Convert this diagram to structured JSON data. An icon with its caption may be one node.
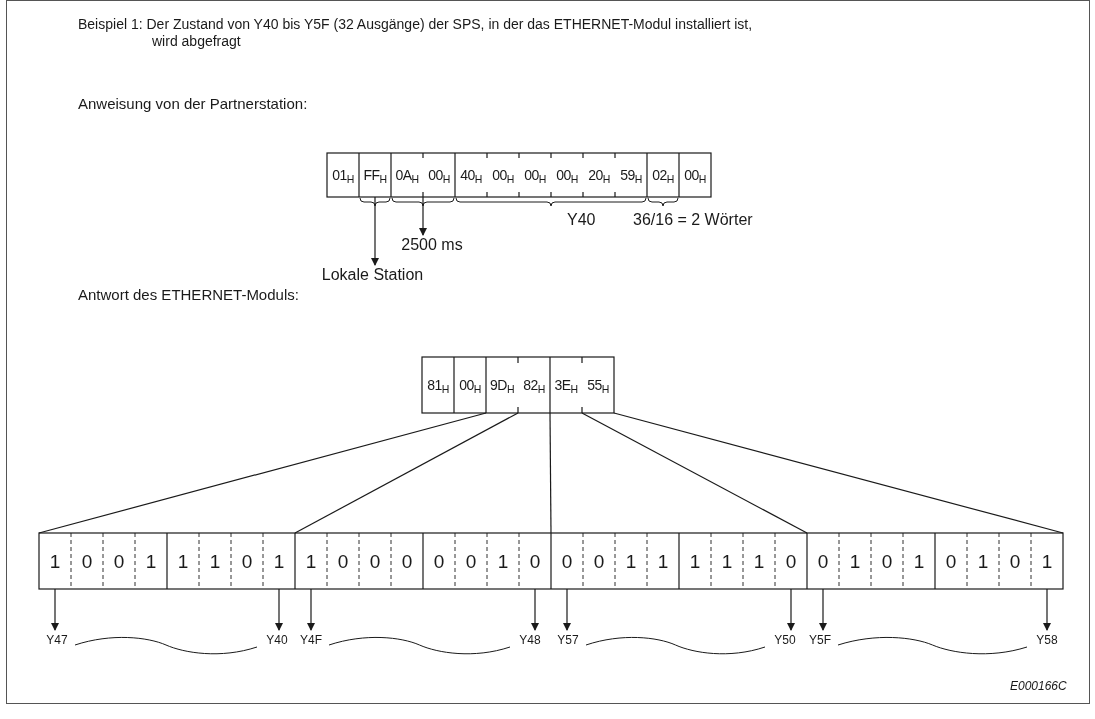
{
  "diagram": {
    "title": "Beispiel 1: Der Zustand von Y40 bis Y5F (32 Ausgänge) der SPS, in der das ETHERNET-Modul installiert ist, wird abgefragt",
    "nodes": [
      {
        "text": [
          "01$_{H}$"
        ]
      },
      {
        "text": [
          "FF$_{H}$"
        ]
      },
      {
        "text": [
          "0A$_{H}$"
        ]
      },
      {
        "text": [
          "00$_{H}$"
        ]
      },
      {
        "text": [
          "40$_{H}$"
        ]
      },
      {
        "text": [
          "00$_{H}$"
        ]
      },
      {
        "text": [
          "00$_{H}$"
        ]
      },
      {
        "text": [
          "00$_{H}$"
        ]
      },
      {
        "text": [
          "20$_{H}$"
        ]
      },
      {
        "text": [
          "59$_{H}$"
        ]
      },
      {
        "text": [
          "02$_{H}$"
        ]
      },
      {
        "text": [
          "00$_{H}$"
        ]
      },
      {
        "text": [
          "2500 ms"
        ]
      },
      {
        "text": [
          "Lokale Station"
        ]
      },
      {
        "text": [
          "81$_{H}$"
        ]
      },
      {
        "text": [
          "00$_{H}$"
        ]
      },
      {
        "text": [
          "9D$_{H}$"
        ]
      },
      {
        "text": [
          "82$_{H}$"
        ]
      },
      {
        "text": [
          "3E$_{H}$"
        ]
      },
      {
        "text": [
          "55$_{H}$"
        ]
      },
      {
        "text": [
          "1"
        ]
      },
      {
        "text": [
          "0"
        ]
      },
      {
        "text": [
          "0"
        ]
      },
      {
        "text": [
          "1"
        ]
      },
      {
        "text": [
          "1"
        ]
      },
      {
        "text": [
          "1"
        ]
      },
      {
        "text": [
          "0"
        ]
      },
      {
        "text": [
          "1"
        ]
      },
      {
        "text": [
          "1"
        ]
      },
      {
        "text": [
          "0"
        ]
      },
      {
        "text": [
          "0"
        ]
      },
      {
        "text": [
          "0"
        ]
      },
      {
        "text": [
          "0"
        ]
      },
      {
        "text": [
          "0"
        ]
      },
      {
        "text": [
          "1"
        ]
      },
      {
        "text": [
          "0"
        ]
      },
      {
        "text": [
          "0"
        ]
      },
      {
        "text": [
          "0"
        ]
      },
      {
        "text": [
          "1"
        ]
      },
      {
        "text": [
          "1"
        ]
      },
      {
        "text": [
          "1"
        ]
      },
      {
        "text": [
          "1"
        ]
      },
      {
        "text": [
          "1"
        ]
      },
      {
        "text": [
          "0"
        ]
      },
      {
        "text": [
          "0"
        ]
      },
      {
        "text": [
          "1"
        ]
      },
      {
        "text": [
          "0"
        ]
      },
      {
        "text": [
          "1"
        ]
      },
      {
        "text": [
          "0"
        ]
      },
      {
        "text": [
          "1"
        ]
      },
      {
        "text": [
          "0"
        ]
      },
      {
        "text": [
          "1"
        ]
      },
      {
        "text": [
          "Y47"
        ]
      },
      {
        "text": [
          "Y40"
        ]
      },
      {
        "text": [
          "Y4F"
        ]
      },
      {
        "text": [
          "Y48"
        ]
      },
      {
        "text": [
          "Y57"
        ]
      },
      {
        "text": [
          "Y50"
        ]
      },
      {
        "text": [
          "Y5F"
        ]
      },
      {
        "text": [
          "Y58"
        ]
      }
    ],
    "edges": [
      {
        "from": 1,
        "to": 13,
        "arrow": "to"
      },
      {
        "from": 2,
        "to": 12,
        "arrow": "to"
      },
      {
        "from": 20,
        "to": 52,
        "arrow": "to"
      },
      {
        "from": 27,
        "to": 53,
        "arrow": "to"
      },
      {
        "from": 28,
        "to": 54,
        "arrow": "to"
      },
      {
        "from": 35,
        "to": 55,
        "arrow": "to"
      },
      {
        "from": 36,
        "to": 56,
        "arrow": "to"
      },
      {
        "from": 43,
        "to": 57,
        "arrow": "to"
      },
      {
        "from": 44,
        "to": 58,
        "arrow": "to"
      },
      {
        "from": 51,
        "to": 59,
        "arrow": "to"
      },
      {
        "from": 16,
        "to": 20,
        "arrow": "none"
      },
      {
        "from": 17,
        "to": 28,
        "arrow": "none"
      },
      {
        "from": 18,
        "to": 36,
        "arrow": "none"
      },
      {
        "from": 19,
        "to": 44,
        "arrow": "none"
      },
      {
        "from": 19,
        "to": 51,
        "arrow": "none"
      }
    ],
    "labels": [
      "Anweisung von der Partnerstation:",
      "Y40",
      "36/16 = 2 Wörter",
      "Antwort des ETHERNET-Moduls:",
      "E000166C"
    ]
  }
}
